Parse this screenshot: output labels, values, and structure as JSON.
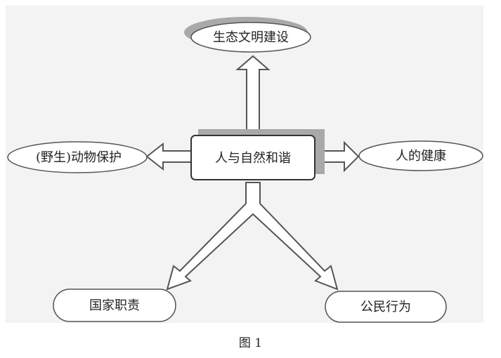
{
  "diagram": {
    "center": "人与自然和谐",
    "top": "生态文明建设",
    "left": "(野生)动物保护",
    "right": "人的健康",
    "bottom_left": "国家职责",
    "bottom_right": "公民行为"
  },
  "caption": "图 1",
  "colors": {
    "background": "#f3f3f3",
    "stroke": "#555555",
    "shadow": "#a9a9a9"
  }
}
